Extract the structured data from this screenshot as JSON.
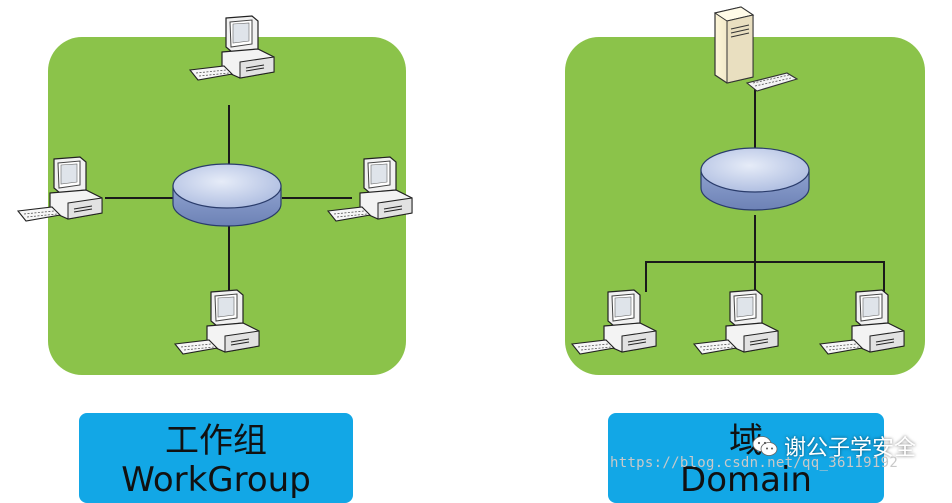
{
  "workgroup": {
    "label_cn": "工作组",
    "label_en": "WorkGroup",
    "hub": "hub-disk",
    "computers": 4,
    "topology": "star"
  },
  "domain": {
    "label_cn": "域",
    "label_en": "Domain",
    "server": "server-tower",
    "hub": "hub-disk",
    "computers": 3,
    "topology": "tree"
  },
  "overlay": {
    "watermark_url": "https://blog.csdn.net/qq_36119192",
    "brand_text": "谢公子学安全",
    "brand_icon": "wechat-icon"
  },
  "colors": {
    "panel": "#8bc34a",
    "label_box": "#12a7e6",
    "hub_fill": "#b3c3e6",
    "line": "#1a1a1a"
  }
}
